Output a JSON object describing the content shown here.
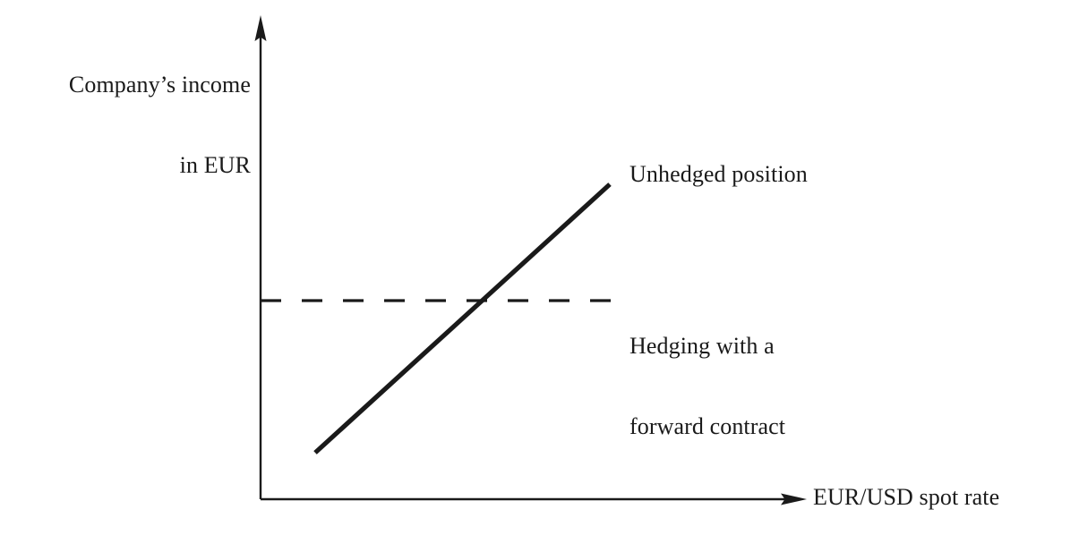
{
  "figure": {
    "background_color": "#ffffff",
    "ink_color": "#1a1a1a"
  },
  "axes": {
    "y_axis": {
      "label_line1": "Company’s income",
      "label_line2": "in EUR",
      "arrow": "up-arrow-icon"
    },
    "x_axis": {
      "label": "EUR/USD spot rate",
      "arrow": "right-arrow-icon"
    }
  },
  "chart_data": {
    "type": "line",
    "title": "",
    "subtitle": "",
    "xlabel": "EUR/USD spot rate",
    "ylabel": "Company’s income in EUR",
    "xlim": [
      0,
      1
    ],
    "ylim": [
      0,
      1
    ],
    "grid": false,
    "legend": "inline-annotations",
    "axis_ticks": {
      "x": [],
      "y": []
    },
    "series": [
      {
        "name": "Unhedged position",
        "style": "solid",
        "color": "#1a1a1a",
        "linewidth": 5,
        "x": [
          0.1,
          0.638
        ],
        "y": [
          0.0967,
          0.653
        ],
        "description": "Upward sloping straight line: company income rises with the EUR/USD spot rate",
        "annotation": "Unhedged position"
      },
      {
        "name": "Hedging with a forward contract",
        "style": "dashed",
        "color": "#1a1a1a",
        "linewidth": 3,
        "dash_pattern": [
          23,
          23
        ],
        "x": [
          0.0,
          0.663
        ],
        "y": [
          0.4126,
          0.4126
        ],
        "description": "Flat horizontal dashed line: income locked in regardless of the spot rate",
        "annotation_line1": "Hedging with a",
        "annotation_line2": "forward contract"
      }
    ],
    "intersection": {
      "x": 0.4603,
      "y": 0.4126,
      "note": "Forward rate: unhedged payoff equals the hedged payoff"
    }
  },
  "annotations": {
    "unhedged": "Unhedged position",
    "hedged_line1": "Hedging with a",
    "hedged_line2": "forward contract"
  }
}
